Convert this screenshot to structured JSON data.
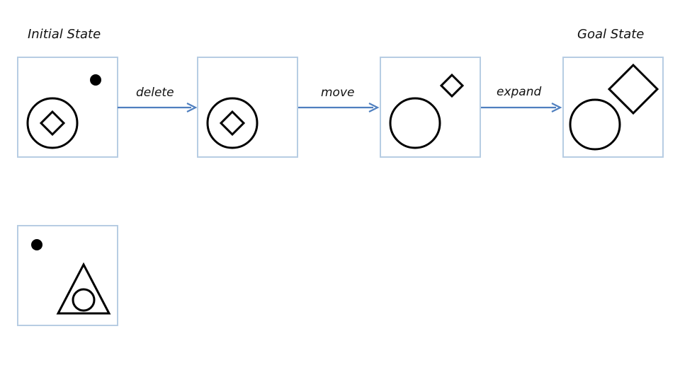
{
  "labels": {
    "initial_state": "Initial State",
    "goal_state": "Goal State"
  },
  "transitions": {
    "t1": "delete",
    "t2": "move",
    "t3": "expand"
  },
  "colors": {
    "box_border": "#b7cde3",
    "arrow": "#4f7fbf",
    "shape_stroke": "#000000"
  }
}
